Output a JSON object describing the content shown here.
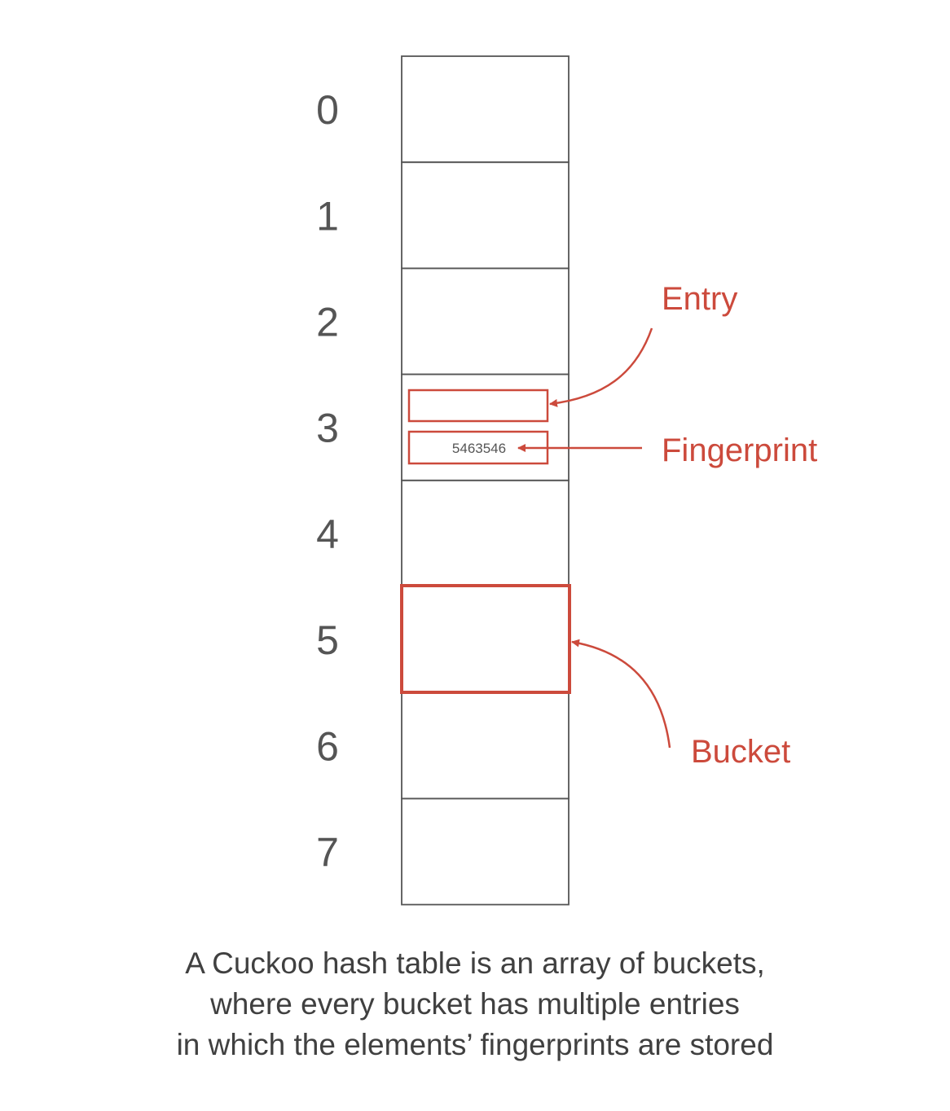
{
  "bucket_indices": [
    "0",
    "1",
    "2",
    "3",
    "4",
    "5",
    "6",
    "7"
  ],
  "highlighted_bucket_index": 5,
  "entry_bucket_index": 3,
  "fingerprint_value": "5463546",
  "labels": {
    "entry": "Entry",
    "fingerprint": "Fingerprint",
    "bucket": "Bucket"
  },
  "caption_lines": [
    "A Cuckoo hash table is an array of buckets,",
    "where every bucket has multiple entries",
    "in which the elements’ fingerprints are stored"
  ],
  "colors": {
    "accent": "#cc4a3c",
    "table_border": "#555555",
    "text": "#555555",
    "caption": "#404040"
  }
}
